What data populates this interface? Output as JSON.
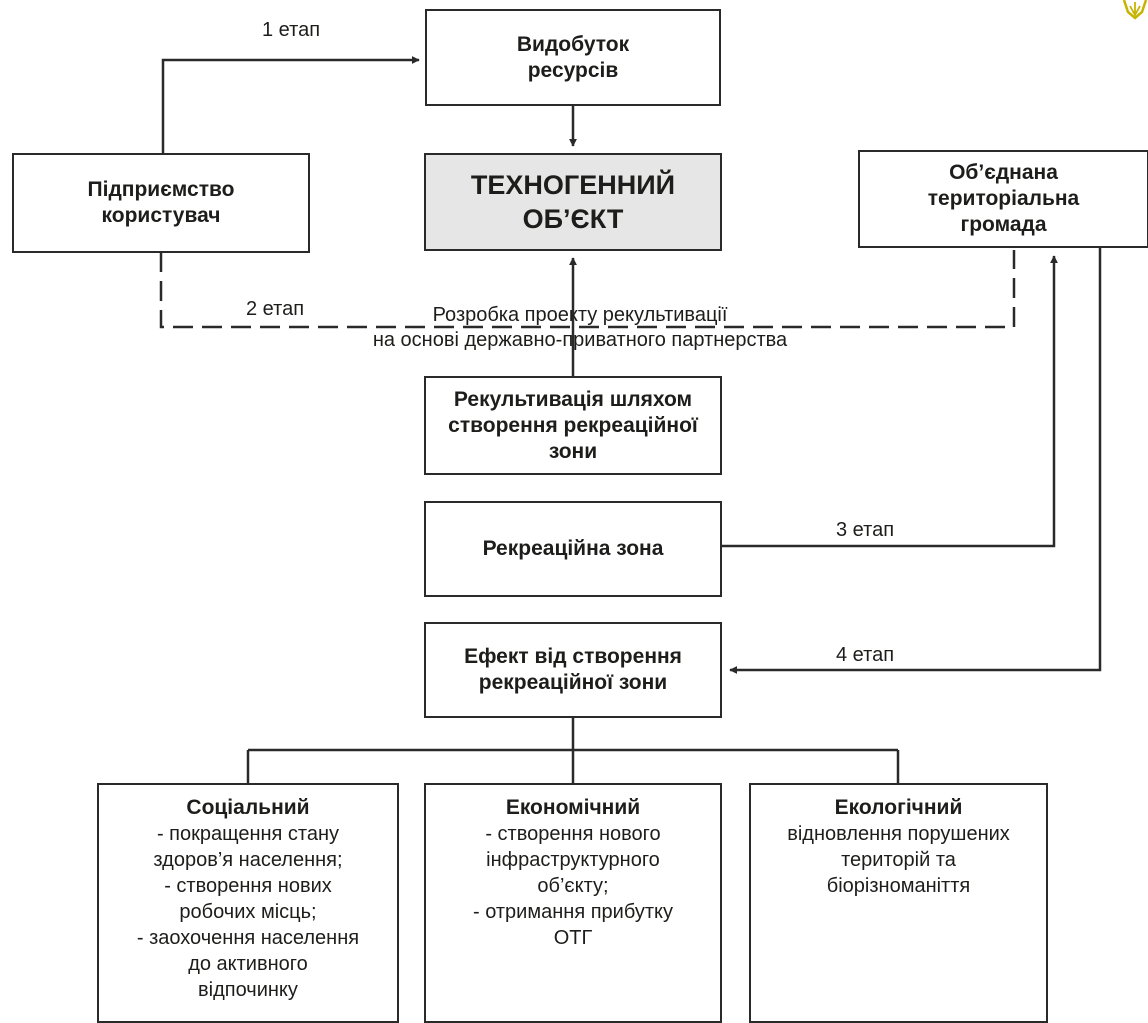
{
  "boxes": {
    "resources": "Видобуток\nресурсів",
    "enterprise": "Підприємство\nкористувач",
    "object": "ТЕХНОГЕННИЙ\nОБ’ЄКТ",
    "community": "Об’єднана\nтериторіальна\nгромада",
    "reclamation": "Рекультивація шляхом\nстворення рекреаційної\nзони",
    "zone": "Рекреаційна зона",
    "effect": "Ефект від створення\nрекреаційної зони"
  },
  "stages": {
    "s1": "1 етап",
    "s2": "2 етап",
    "s3": "3 етап",
    "s4": "4 етап"
  },
  "plan_text": "Розробка проекту рекультивації\nна основі державно-приватного партнерства",
  "effects": {
    "social": {
      "title": "Соціальний",
      "body": "- покращення стану\nздоров’я населення;\n- створення нових\nробочих місць;\n- заохочення населення\nдо активного\nвідпочинку"
    },
    "economic": {
      "title": "Економічний",
      "body": "- створення нового\nінфраструктурного\nоб’єкту;\n- отримання прибутку\nОТГ"
    },
    "ecological": {
      "title": "Екологічний",
      "body": "відновлення порушених\nтериторій та\nбіорізноманіття"
    }
  },
  "icons": [
    "emblem-icon"
  ],
  "colors": {
    "central_fill": "#e6e6e6",
    "line": "#2a2a2a",
    "emblem": "#c8b400"
  }
}
